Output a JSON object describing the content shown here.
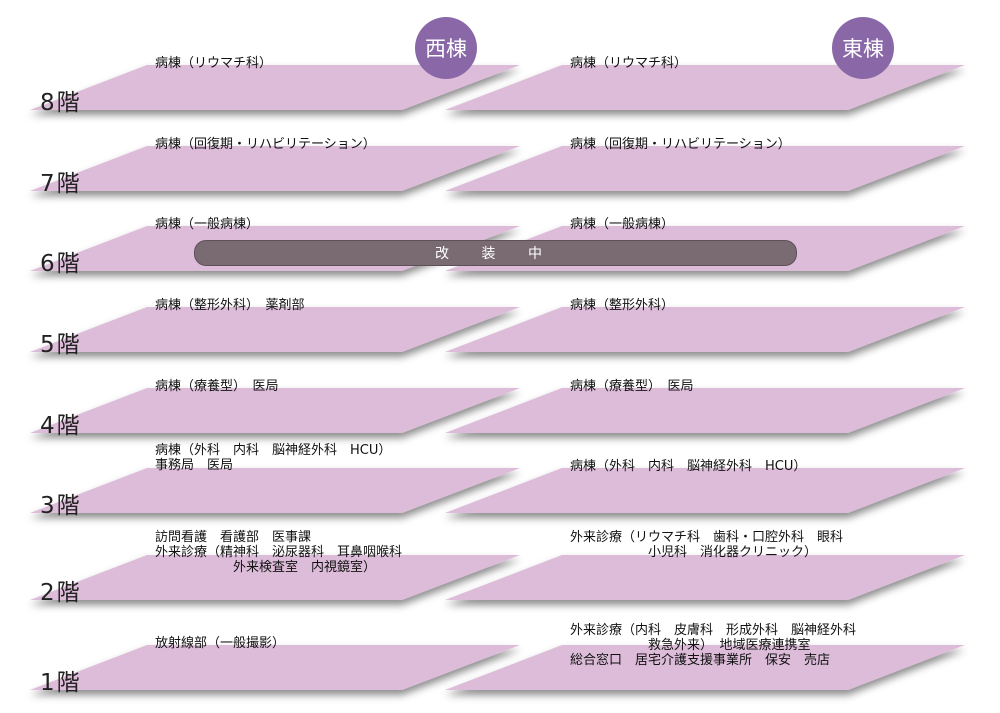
{
  "buildings": {
    "west": "西棟",
    "east": "東棟"
  },
  "colors": {
    "slab": "#dcbcd8",
    "badge": "#8a68a8",
    "renovation": "#7a6b73"
  },
  "renovation_label": "改 装 中",
  "floors": [
    {
      "label": "8階",
      "west": "病棟（リウマチ科）",
      "east": "病棟（リウマチ科）"
    },
    {
      "label": "7階",
      "west": "病棟（回復期・リハビリテーション）",
      "east": "病棟（回復期・リハビリテーション）"
    },
    {
      "label": "6階",
      "west": "病棟（一般病棟）",
      "east": "病棟（一般病棟）"
    },
    {
      "label": "5階",
      "west": "病棟（整形外科）　薬剤部",
      "east": "病棟（整形外科）"
    },
    {
      "label": "4階",
      "west": "病棟（療養型）　医局",
      "east": "病棟（療養型）　医局"
    },
    {
      "label": "3階",
      "west": "病棟（外科　内科　脳神経外科　HCU）\n事務局　医局",
      "east": "病棟（外科　内科　脳神経外科　HCU）"
    },
    {
      "label": "2階",
      "west": "訪問看護　看護部　医事課\n外来診療（精神科　泌尿器科　耳鼻咽喉科\n　　　　　　外来検査室　内視鏡室）",
      "east": "外来診療（リウマチ科　歯科・口腔外科　眼科\n　　　　　　小児科　消化器クリニック）"
    },
    {
      "label": "1階",
      "west": "放射線部（一般撮影）",
      "east": "外来診療（内科　皮膚科　形成外科　脳神経外科\n　　　　　　救急外来）　地域医療連携室\n総合窓口　居宅介護支援事業所　保安　売店"
    }
  ]
}
